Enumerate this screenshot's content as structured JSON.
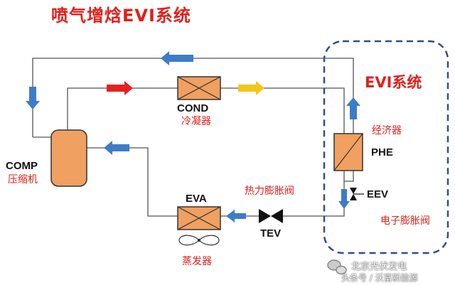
{
  "title": "喷气增焓EVI系统",
  "evi_system_label": "EVI系统",
  "components": {
    "comp": {
      "code": "COMP",
      "name": "压缩机"
    },
    "cond": {
      "code": "COND",
      "name": "冷凝器"
    },
    "phe": {
      "code": "PHE",
      "name": "经济器"
    },
    "eva": {
      "code": "EVA",
      "name": "蒸发器"
    },
    "tev": {
      "code": "TEV",
      "name": "热力膨胀阀"
    },
    "eev": {
      "code": "EEV",
      "name": "电子膨胀阀"
    }
  },
  "watermark": {
    "line1": "北京光伏发电",
    "line2": "头条号 / 沃富新能源"
  },
  "colors": {
    "box_fill": "#f0a060",
    "box_stroke": "#333333",
    "line": "#555555",
    "arrow_blue": "#3d7cc9",
    "arrow_red": "#e62020",
    "arrow_yellow": "#f5c518",
    "dashed": "#2d4f8a",
    "title": "#e0201b"
  }
}
